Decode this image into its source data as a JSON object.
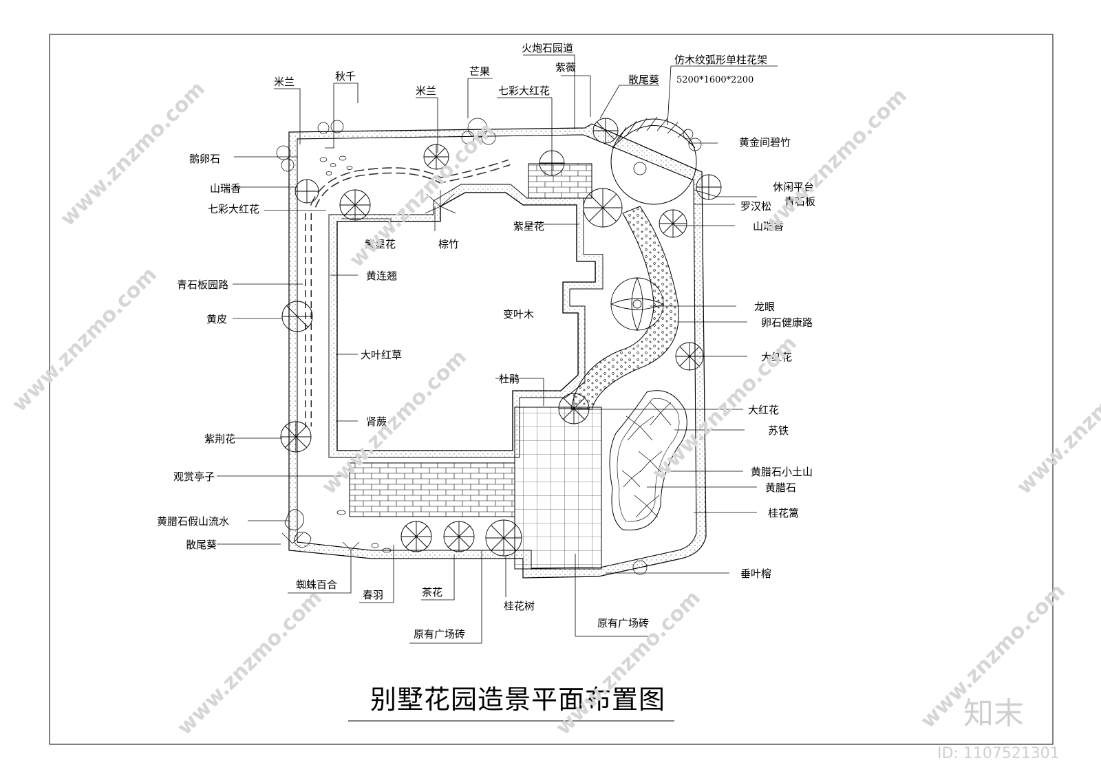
{
  "title": "别墅花园造景平面布置图",
  "labels": {
    "milan_top_left": "米兰",
    "swing": "秋千",
    "milan_top_mid": "米兰",
    "mango": "芒果",
    "colorful_hibiscus_top": "七彩大红花",
    "volcanic_path": "火炮石园道",
    "crape_myrtle": "紫薇",
    "fan_palm_top": "散尾葵",
    "trellis": "仿木纹弧形单柱花架",
    "trellis_dim": "5200*1600*2200",
    "golden_bamboo": "黄金间碧竹",
    "pebbles": "鹅卵石",
    "ixora_left": "山瑞香",
    "colorful_hibiscus_left": "七彩大红花",
    "leisure_platform": "休闲平台",
    "bluestone_slab": "青石板",
    "podocarpus": "罗汉松",
    "ixora_right": "山瑞香",
    "tibouchina_mid": "紫星花",
    "tibouchina_left": "紫星花",
    "palm_bamboo": "棕竹",
    "golden_dewdrop": "黄连翘",
    "bluestone_path": "青石板园路",
    "longan": "龙眼",
    "wampee": "黄皮",
    "croton": "变叶木",
    "pebble_path": "卵石健康路",
    "red_alternanthera": "大叶红草",
    "hibiscus_right1": "大红花",
    "azalea": "杜鹃",
    "hibiscus_right2": "大红花",
    "sword_fern": "肾蕨",
    "cycad": "苏铁",
    "bauhinia": "紫荆花",
    "yellow_stone_hill": "黄腊石小土山",
    "pavilion": "观赏亭子",
    "yellow_stone": "黄腊石",
    "rockery_water": "黄腊石假山流水",
    "osmanthus_hedge": "桂花篱",
    "fan_palm_bottom": "散尾葵",
    "weeping_fig": "垂叶榕",
    "spider_lily": "蜘蛛百合",
    "philodendron": "春羽",
    "camellia": "茶花",
    "osmanthus_tree": "桂花树",
    "plaza_tile_left": "原有广场砖",
    "plaza_tile_right": "原有广场砖"
  },
  "watermark": {
    "site": "www.znzmo.com",
    "brand": "知末",
    "id": "ID: 1107521301"
  }
}
